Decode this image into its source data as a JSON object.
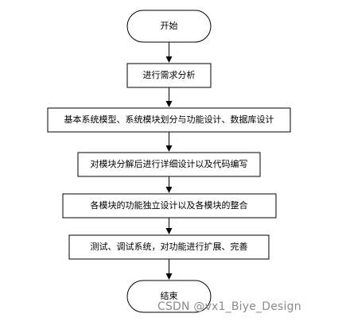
{
  "flowchart": {
    "start": "开始",
    "steps": [
      "进行需求分析",
      "基本系统模型、系统模块划分与功能设计、数据库设计",
      "对模块分解后进行详细设计以及代码编写",
      "各模块的功能独立设计以及各模块的整合",
      "测试、调试系统，对功能进行扩展、完善"
    ],
    "end": "结束"
  },
  "watermark": "CSDN @vx1_Biye_Design"
}
